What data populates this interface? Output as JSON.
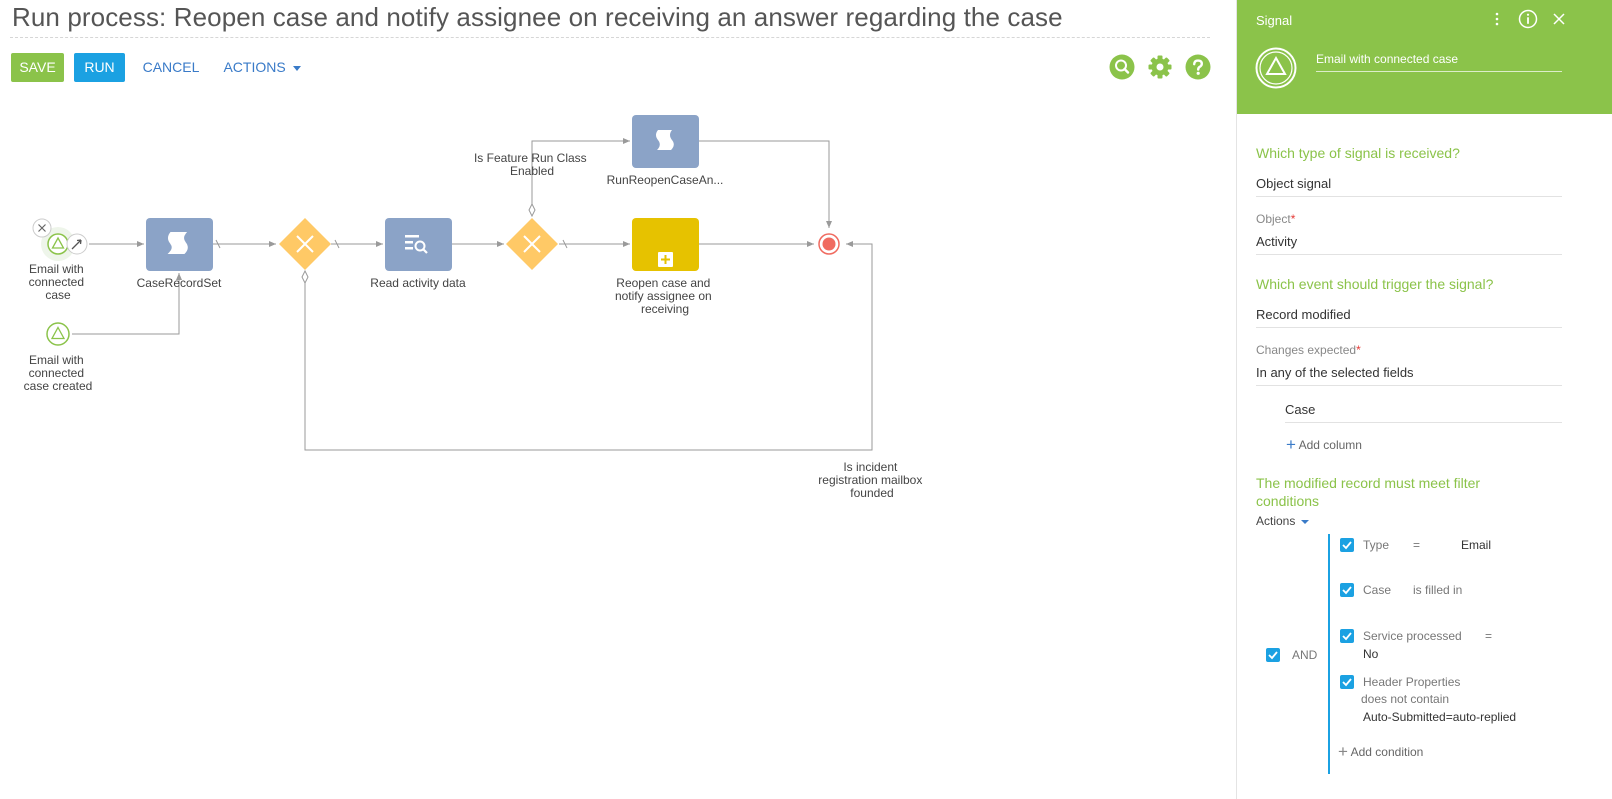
{
  "header": {
    "title": "Run process: Reopen case and notify assignee on receiving an answer regarding the case"
  },
  "toolbar": {
    "save_label": "SAVE",
    "run_label": "RUN",
    "cancel_label": "CANCEL",
    "actions_label": "ACTIONS",
    "icons": [
      "search-icon",
      "gear-icon",
      "help-icon"
    ]
  },
  "diagram": {
    "start_event_1": [
      "Email with",
      "connected",
      "case"
    ],
    "start_event_2": [
      "Email with",
      "connected",
      "case created"
    ],
    "task_case_record_set": "CaseRecordSet",
    "task_read_activity": "Read activity data",
    "task_run_reopen": "RunReopenCaseAn...",
    "subprocess_reopen": [
      "Reopen case and",
      "notify assignee on",
      "receiving"
    ],
    "flow_feature_label": [
      "Is Feature Run Class",
      "Enabled"
    ],
    "flow_mailbox_label": [
      "Is incident",
      "registration mailbox",
      "founded"
    ]
  },
  "panel": {
    "title": "Signal",
    "element_name": "Email with connected case",
    "signal_type_question": "Which type of signal is received?",
    "signal_type_value": "Object signal",
    "object_label": "Object",
    "object_value": "Activity",
    "event_question": "Which event should trigger the signal?",
    "event_value": "Record modified",
    "changes_label": "Changes expected",
    "changes_value": "In any of the selected fields",
    "column_value": "Case",
    "add_column_label": "Add column",
    "filter_question_line1": "The modified record must meet filter",
    "filter_question_line2": "conditions",
    "actions_label": "Actions",
    "group_operator": "AND",
    "conditions": [
      {
        "field": "Type",
        "op": "=",
        "value": "Email"
      },
      {
        "field": "Case",
        "op": "is filled in",
        "value": ""
      },
      {
        "field": "Service processed",
        "op": "=",
        "value": "No"
      },
      {
        "field": "Header Properties",
        "op": "does not contain",
        "value": "Auto-Submitted=auto-replied"
      }
    ],
    "add_condition_label": "Add condition"
  },
  "colors": {
    "accent_green": "#8bc34a",
    "accent_blue": "#1ba1e2",
    "task_blue": "#8ba3c7",
    "gateway_yellow": "#ffc966",
    "subprocess_yellow": "#e6c200",
    "end_event_red": "#f06b60"
  }
}
